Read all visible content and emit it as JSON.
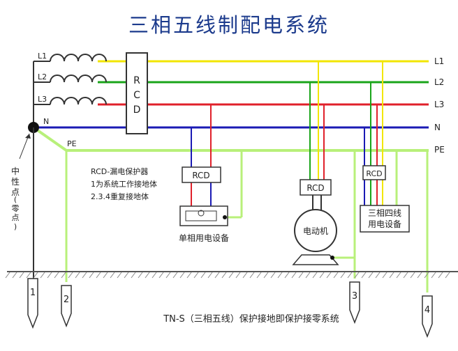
{
  "title": "三相五线制配电系统",
  "lines": {
    "l1": "L1",
    "l2": "L2",
    "l3": "L3",
    "n": "N",
    "pe": "PE"
  },
  "rcd_main": [
    "R",
    "C",
    "D"
  ],
  "rcd_label": "RCD",
  "neutral_point": {
    "line1": "中性点",
    "line2": "(零点)"
  },
  "notes": {
    "line1": "RCD-漏电保护器",
    "line2": "1为系统工作接地体",
    "line3": "2.3.4重复接地体"
  },
  "devices": {
    "single_phase": "单相用电设备",
    "motor": "电动机",
    "three_phase_line1": "三相四线",
    "three_phase_line2": "用电设备"
  },
  "ground_numbers": [
    "1",
    "2",
    "3",
    "4"
  ],
  "caption": "TN-S（三相五线）保护接地即保护接零系统",
  "colors": {
    "l1": "#f2e600",
    "l2": "#1aa51a",
    "l3": "#e0202a",
    "n": "#1a1ab4",
    "pe": "#b8f07a",
    "wire": "#333333",
    "title": "#1b3a8c"
  }
}
